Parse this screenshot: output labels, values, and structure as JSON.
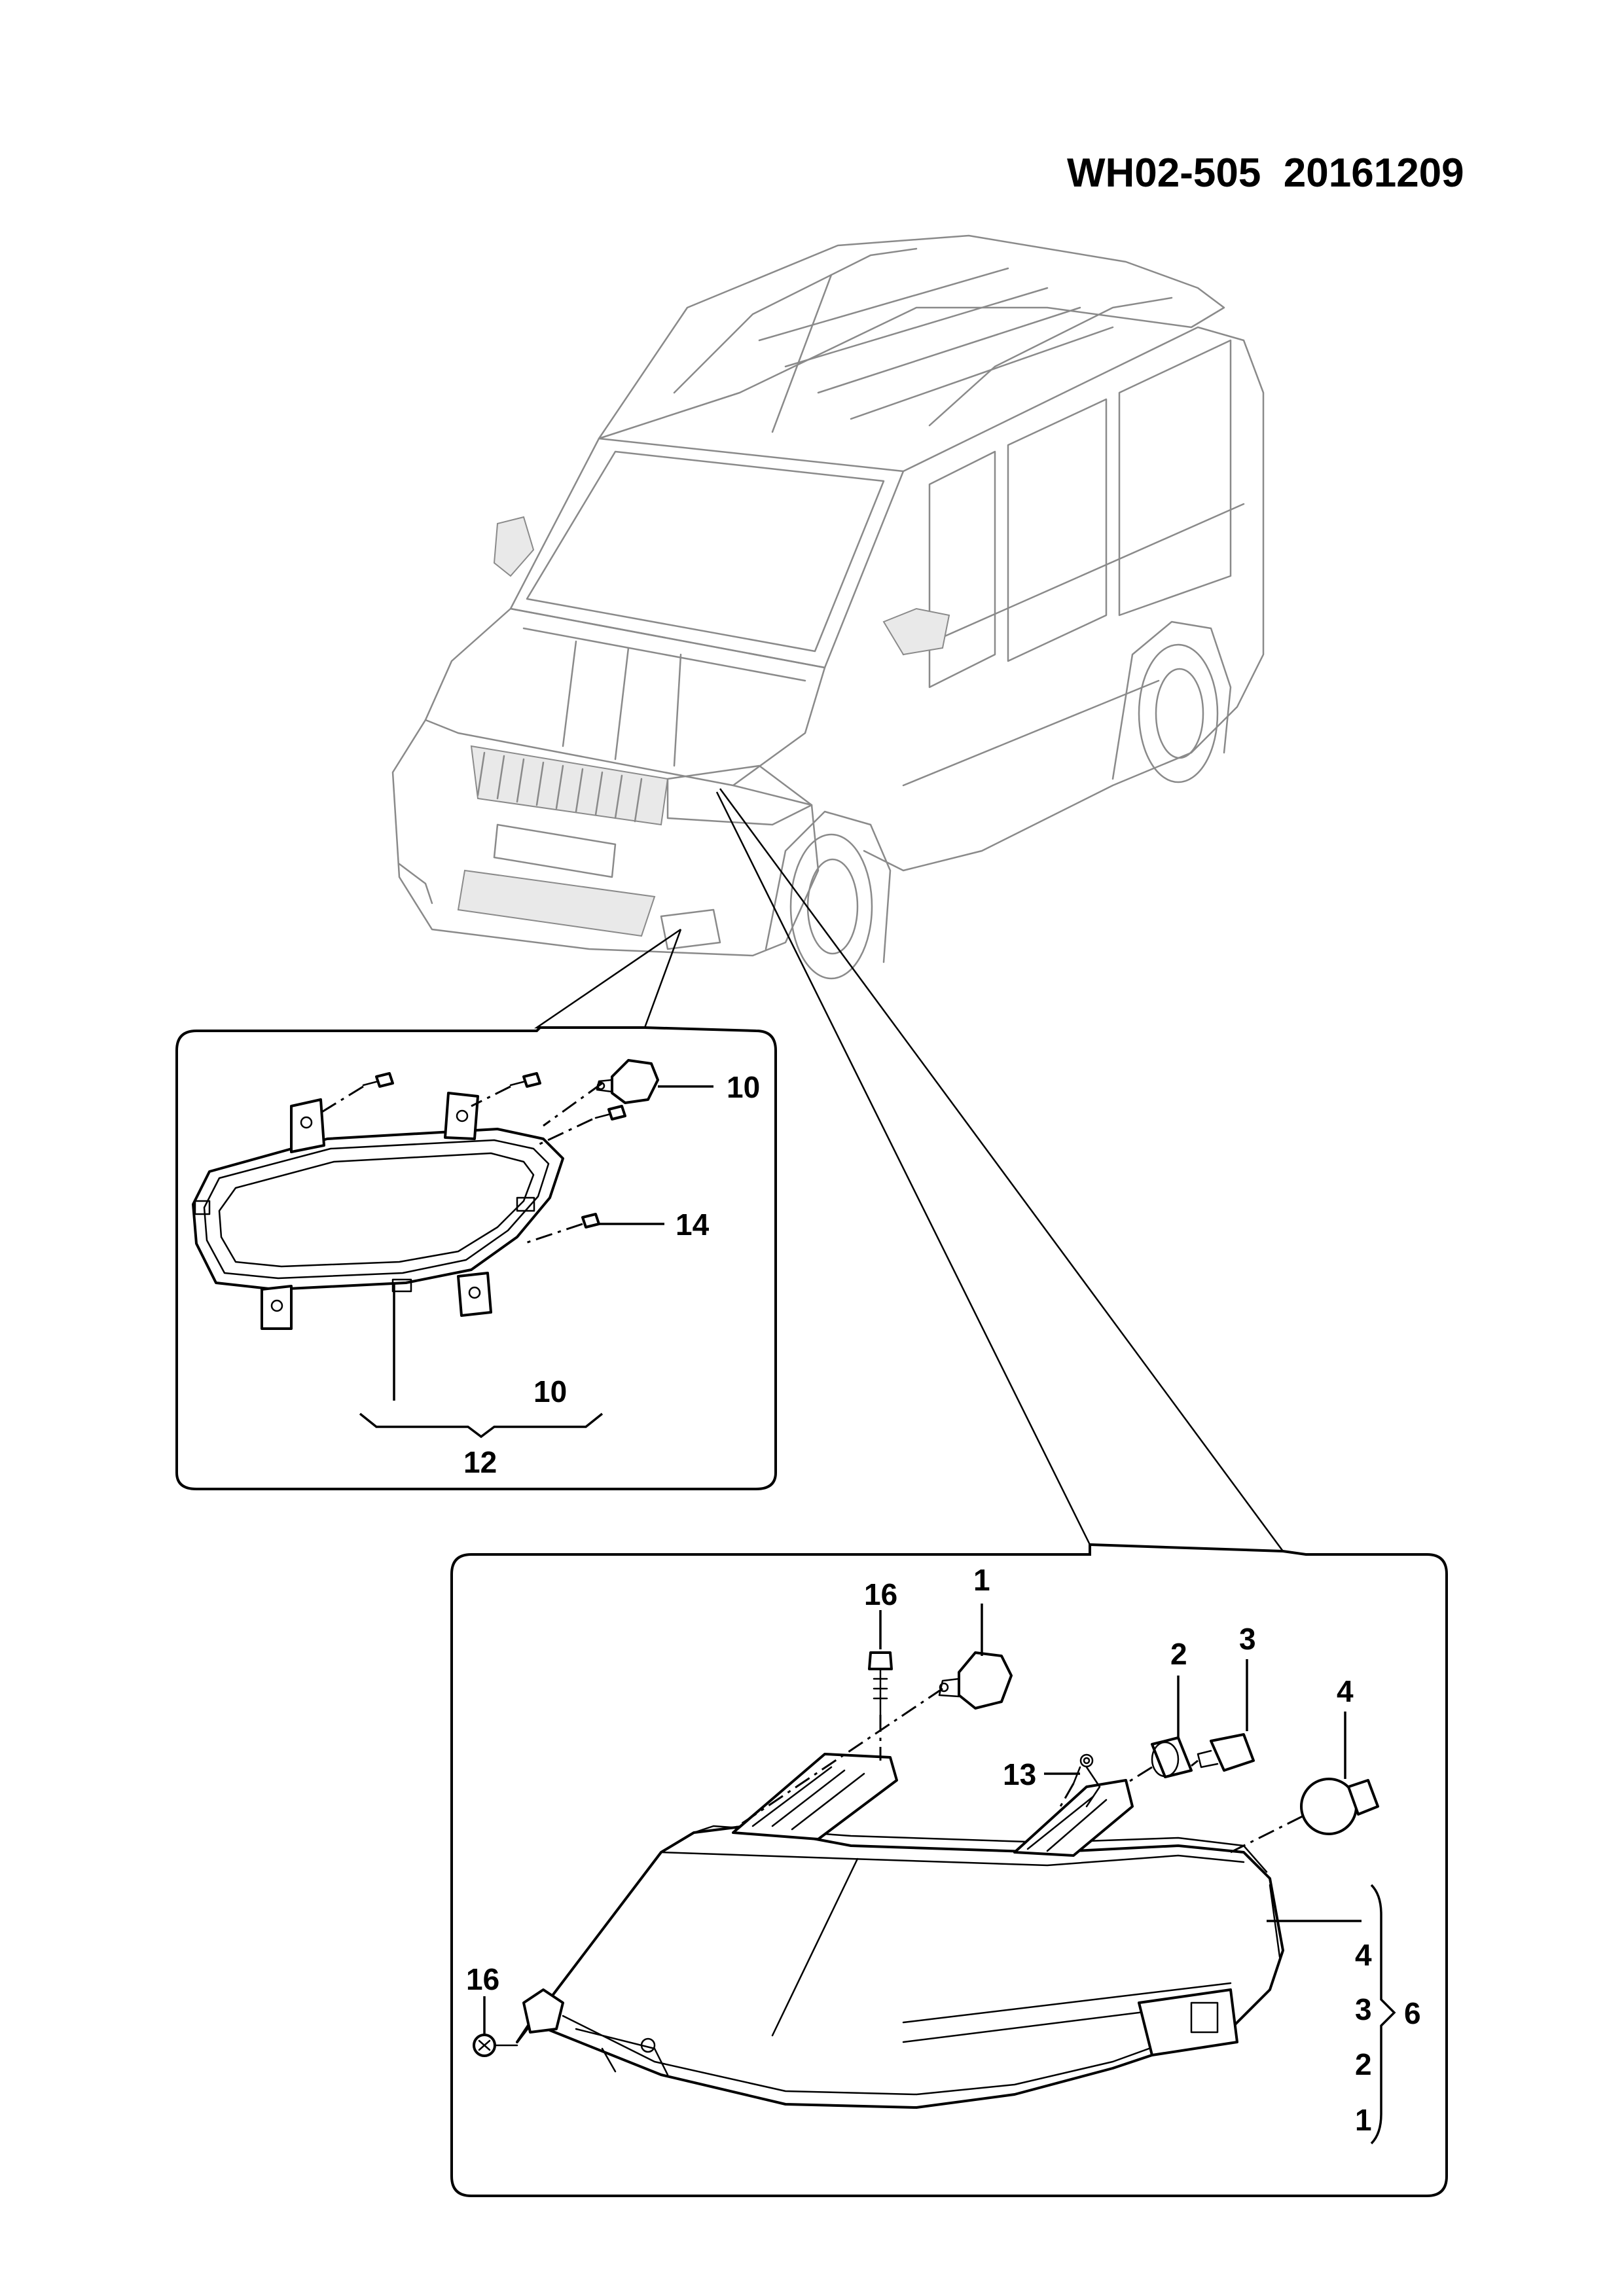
{
  "header": {
    "document_code": "WH02-505  20161209"
  },
  "fog_lamp_inset": {
    "callouts": {
      "bulb": "10",
      "screw": "14",
      "bracket_group_label": "10",
      "assembly_group_label": "12"
    }
  },
  "headlamp_inset": {
    "callouts": {
      "top_clip": "16",
      "low_beam_socket": "1",
      "position_bulb": "2",
      "turn_bulb_socket": "3",
      "turn_bulb": "4",
      "adjuster_screw": "13",
      "lower_clip": "16",
      "assembly_list": [
        "4",
        "3",
        "2",
        "1"
      ],
      "assembly_total": "6"
    }
  }
}
